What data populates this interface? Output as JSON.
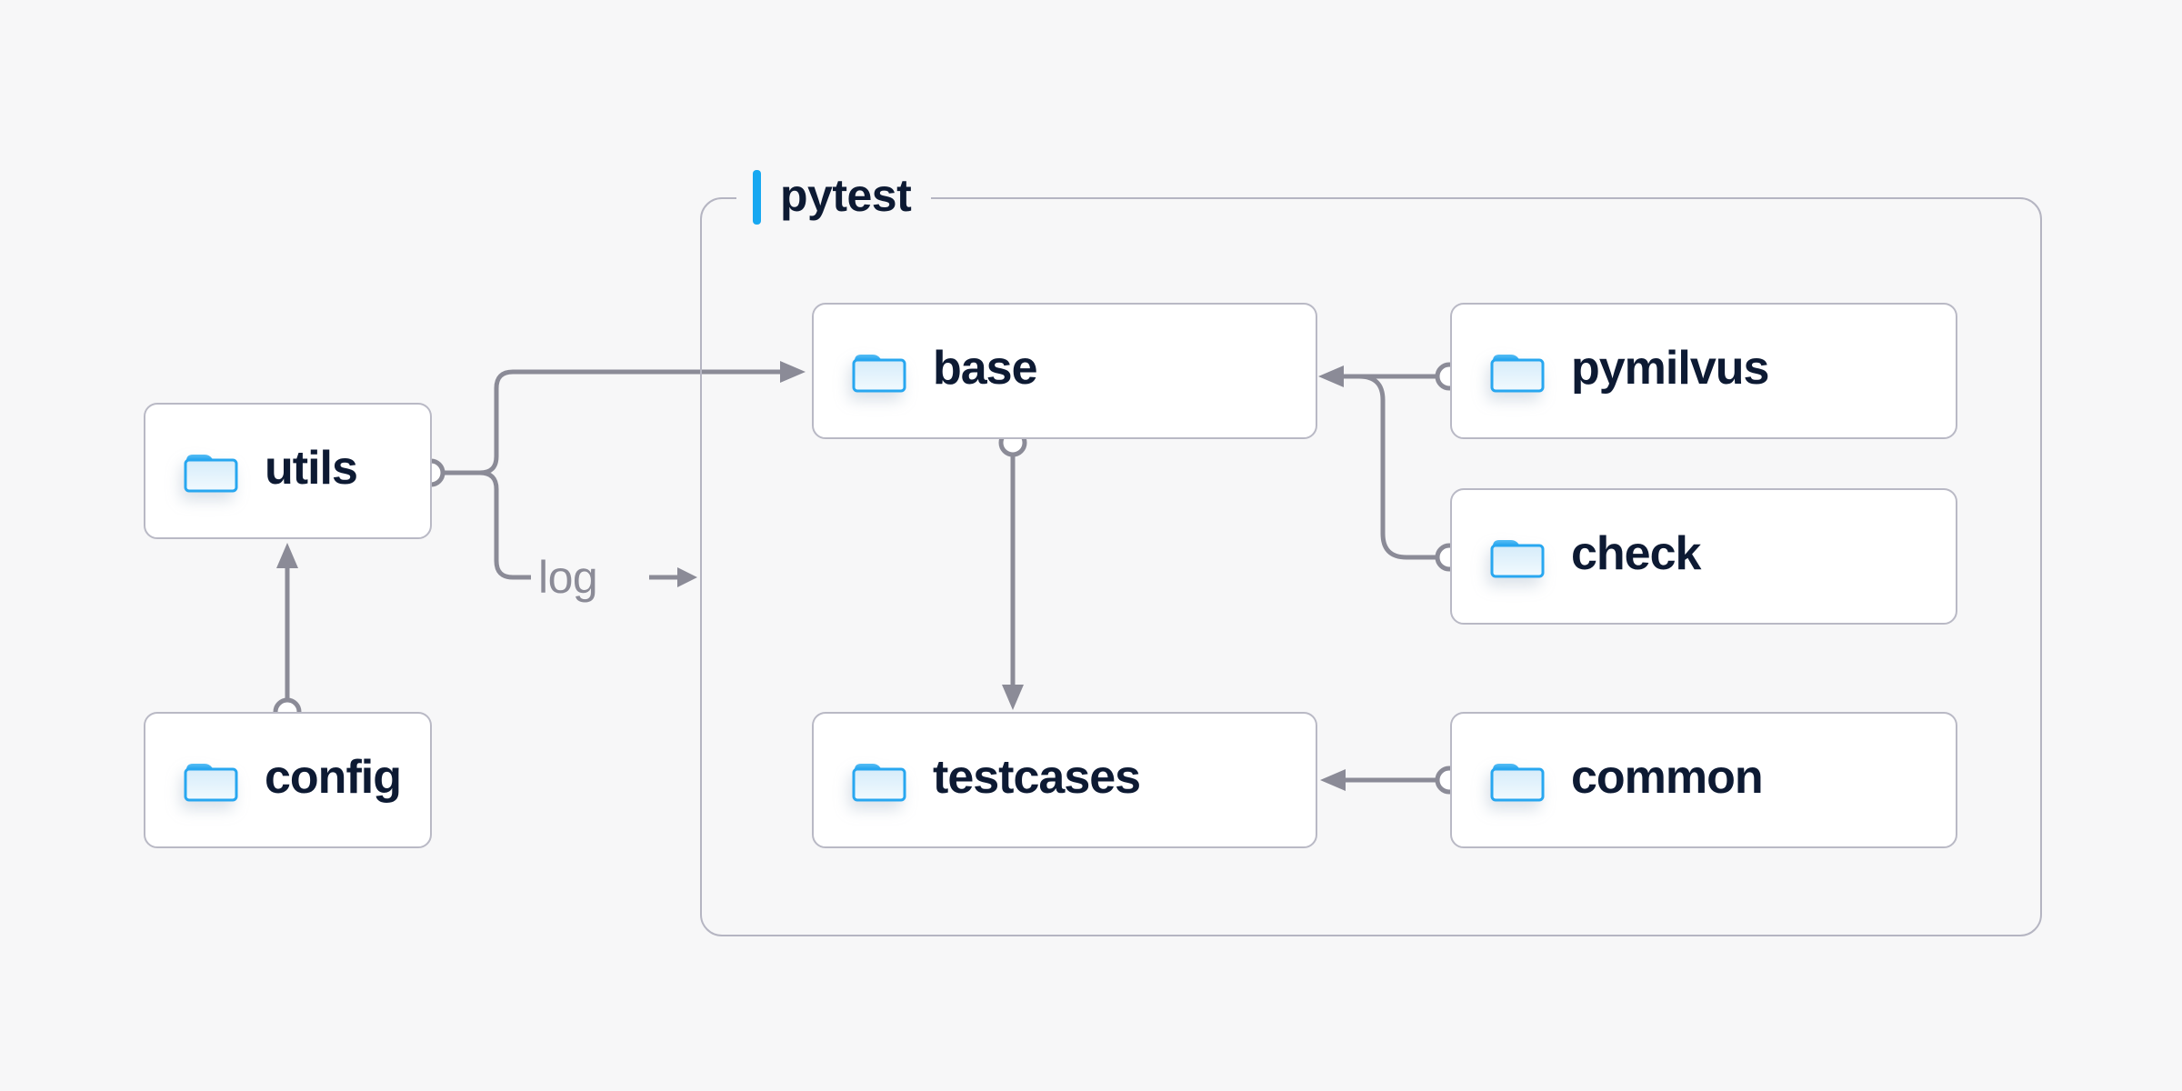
{
  "diagram": {
    "group": {
      "label": "pytest"
    },
    "nodes": {
      "utils": {
        "label": "utils",
        "icon": "folder-icon"
      },
      "config": {
        "label": "config",
        "icon": "folder-icon"
      },
      "base": {
        "label": "base",
        "icon": "folder-icon"
      },
      "pymilvus": {
        "label": "pymilvus",
        "icon": "folder-icon"
      },
      "check": {
        "label": "check",
        "icon": "folder-icon"
      },
      "testcases": {
        "label": "testcases",
        "icon": "folder-icon"
      },
      "common": {
        "label": "common",
        "icon": "folder-icon"
      }
    },
    "edge_labels": {
      "log": "log"
    },
    "colors": {
      "background": "#f7f7f8",
      "node_fill": "#ffffff",
      "node_border": "#b9b9c5",
      "group_border": "#b5b5c2",
      "line": "#8b8b97",
      "accent": "#18a8f1",
      "folder_stroke": "#28a7f0",
      "text": "#0d1a33",
      "muted_text": "#8b8b97"
    }
  }
}
